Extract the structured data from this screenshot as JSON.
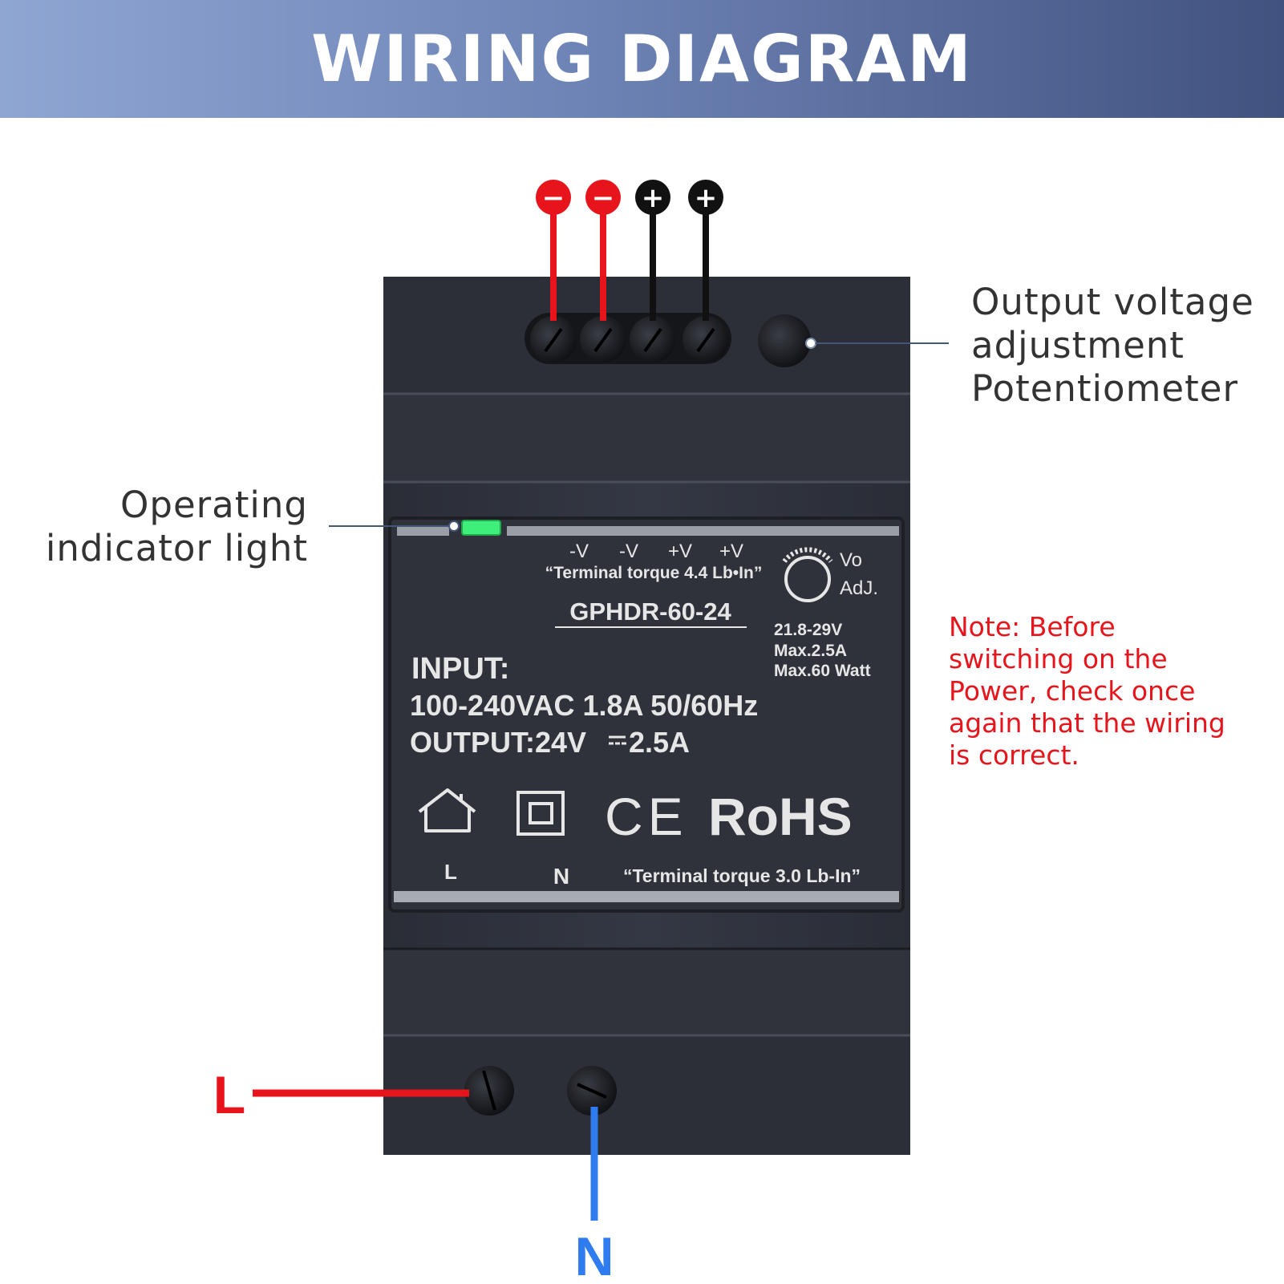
{
  "banner": {
    "title": "WIRING DIAGRAM"
  },
  "callouts": {
    "potentiometer": [
      "Output voltage",
      "adjustment",
      "Potentiometer"
    ],
    "indicator": [
      "Operating",
      "indicator light"
    ]
  },
  "note": [
    "Note: Before",
    "switching on the",
    "Power, check once",
    "again that the wiring",
    "is correct."
  ],
  "output_wires": [
    {
      "symbol": "−",
      "color": "#e8141c"
    },
    {
      "symbol": "−",
      "color": "#e8141c"
    },
    {
      "symbol": "+",
      "color": "#111111"
    },
    {
      "symbol": "+",
      "color": "#111111"
    }
  ],
  "input_wires": {
    "L": {
      "label": "L",
      "color": "#e8141c"
    },
    "N": {
      "label": "N",
      "color": "#2f7cf0"
    }
  },
  "device": {
    "terminal_labels": [
      "-V",
      "-V",
      "+V",
      "+V"
    ],
    "top_torque": "“Terminal torque 4.4 Lb•In”",
    "model": "GPHDR-60-24",
    "vo_adj": [
      "Vo",
      "AdJ."
    ],
    "specs": [
      "21.8-29V",
      "Max.2.5A",
      "Max.60 Watt"
    ],
    "input_label": "INPUT:",
    "input_value": "100-240VAC 1.8A 50/60Hz",
    "output_label": "OUTPUT:24V",
    "output_value": "2.5A",
    "marks": {
      "ce": "CE",
      "rohs": "RoHS"
    },
    "bottom_L": "L",
    "bottom_N": "N",
    "bottom_torque": "“Terminal torque 3.0 Lb-In”"
  },
  "icons": [
    "house-icon",
    "double-insulation-icon",
    "ce-mark",
    "rohs-mark",
    "potentiometer-dial-icon"
  ]
}
